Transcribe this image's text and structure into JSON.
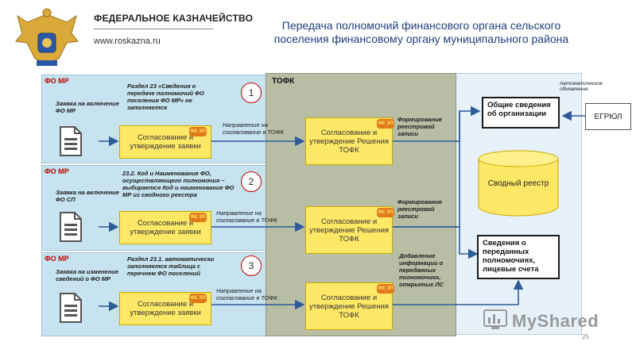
{
  "header": {
    "logo_title": "ФЕДЕРАЛЬНОЕ КАЗНАЧЕЙСТВО",
    "logo_url": "www.roskazna.ru",
    "title_line1": "Передача полномочий финансового органа сельского",
    "title_line2": "поселения финансовому органу муниципального района"
  },
  "tofk_label": "ТОФК",
  "rows": [
    {
      "number": "1",
      "fo_label": "ФО МР",
      "request": "Заявка на включение ФО МР",
      "section_note": "Раздел 23 «Сведения о передаче полномочий ФО поселения ФО МР» не заполняется",
      "approve_request": "Согласование и утверждение заявки",
      "direction": "Направление на согласование в ТОФК",
      "tofk_decision": "Согласование и утверждение Решения ТОФК",
      "result": "Формирование реестровой записи"
    },
    {
      "number": "2",
      "fo_label": "ФО МР",
      "request": "Заявка на включение ФО СП",
      "section_note": "23.2. Код и Наименование ФО, осуществляющего полномочия – выбирается Код и наименование ФО МР из сводного реестра",
      "approve_request": "Согласование и утверждение заявки",
      "direction": "Направление на согласование в ТОФК",
      "tofk_decision": "Согласование и утверждение Решения ТОФК",
      "result": "Формирование реестровой записи"
    },
    {
      "number": "3",
      "fo_label": "ФО МР",
      "request": "Заявка на изменение сведений о ФО МР",
      "section_note": "Раздел 23.1. автоматически заполняется таблица с перечнем ФО поселений",
      "approve_request": "Согласование и утверждение заявки",
      "direction": "Направление на согласование в ТОФК",
      "tofk_decision": "Согласование и утверждение Решения ТОФК",
      "result": "Добавление информации о переданных полномочиях, открытых ЛС"
    }
  ],
  "right": {
    "auto_update": "Автоматическое обновление",
    "egrul": "ЕГРЮЛ",
    "general_info": "Общие сведения об организации",
    "summary_registry": "Сводный реестр",
    "transferred_info": "Сведения о переданных полномочиях, лицевые счета"
  },
  "stamp_text": "ФЕ ЭП",
  "page_number": "25",
  "watermark": "MyShared",
  "colors": {
    "title": "#1f3f7a",
    "accent_red": "#c00000",
    "yellow_box": "#ffe866",
    "row_bg": "#c6e3ef",
    "tofk_bg": "#b8bea6"
  }
}
